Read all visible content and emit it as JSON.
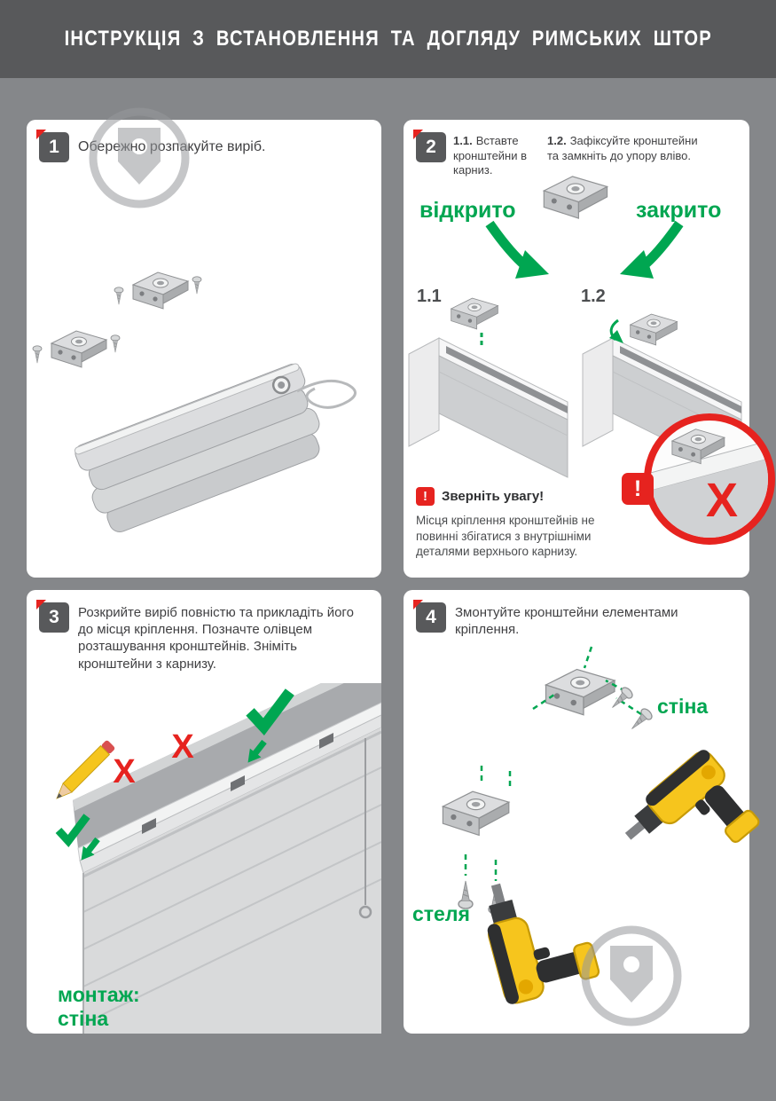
{
  "header": {
    "title": "ІНСТРУКЦІЯ З ВСТАНОВЛЕННЯ ТА ДОГЛЯДУ РИМСЬКИХ ШТОР"
  },
  "icons": {
    "exclamation": "!",
    "x_mark": "X"
  },
  "colors": {
    "page_bg": "#85878A",
    "header_bg": "#58595B",
    "panel_bg": "#FFFFFF",
    "accent_green": "#00A651",
    "warning_red": "#E6231F",
    "text": "#414143"
  },
  "panel1": {
    "number": "1",
    "instruction": "Обережно розпакуйте виріб."
  },
  "panel2": {
    "number": "2",
    "step1_label": "1.1.",
    "step1_text": "Вставте кронштейни в карниз.",
    "step2_label": "1.2.",
    "step2_text": "Зафіксуйте кронштейни та замкніть до упору вліво.",
    "open_label": "відкрито",
    "closed_label": "закрито",
    "fig1_label": "1.1",
    "fig2_label": "1.2",
    "warning_title": "Зверніть увагу!",
    "warning_text": "Місця кріплення кронштейнів не повинні збігатися з внутрішніми деталями верхнього карнизу."
  },
  "panel3": {
    "number": "3",
    "instruction": "Розкрийте виріб повністю та прикладіть його до місця кріплення. Позначте олівцем розташування кронштейнів. Зніміть кронштейни з карнизу.",
    "mount_label": "монтаж:",
    "mount_value": "стіна"
  },
  "panel4": {
    "number": "4",
    "instruction": "Змонтуйте кронштейни елементами кріплення.",
    "wall_label": "стіна",
    "ceiling_label": "стеля"
  }
}
